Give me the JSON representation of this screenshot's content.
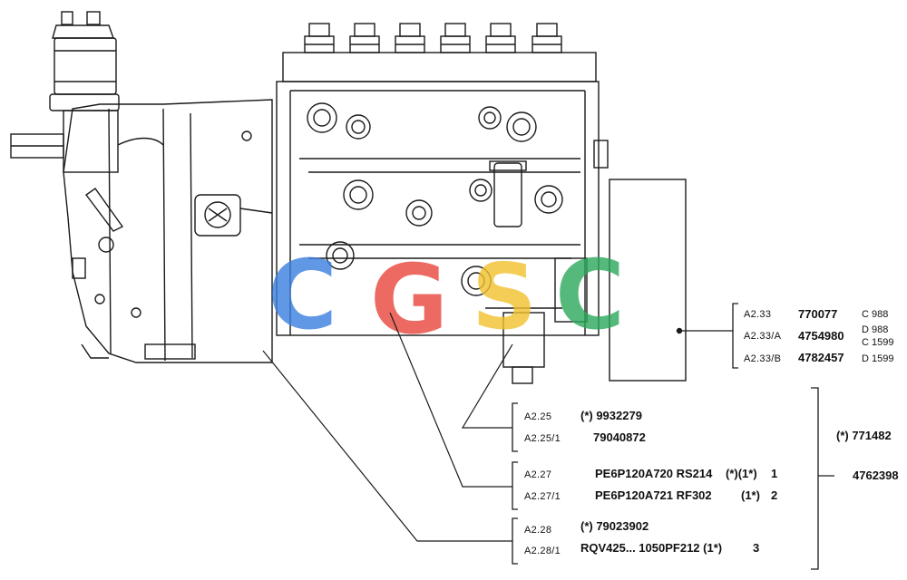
{
  "watermark": {
    "letters": [
      "C",
      "G",
      "S",
      "C"
    ],
    "colors": [
      "#3a7fe0",
      "#e8453c",
      "#f2c12e",
      "#2aa85a"
    ]
  },
  "callout_top": {
    "rows": [
      {
        "code": "A2.33",
        "part": "770077",
        "note": "C 988"
      },
      {
        "code": "A2.33/A",
        "part": "4754980",
        "note": "D 988"
      },
      {
        "code": "",
        "part": "",
        "note": "C 1599"
      },
      {
        "code": "A2.33/B",
        "part": "4782457",
        "note": "D 1599"
      }
    ]
  },
  "callout_main": {
    "g1": [
      {
        "code": "A2.25",
        "part": "(*) 9932279"
      },
      {
        "code": "A2.25/1",
        "part": "79040872"
      }
    ],
    "g2": [
      {
        "code": "A2.27",
        "part": "PE6P120A720 RS214",
        "flag": "(*)(1*)",
        "num": "1"
      },
      {
        "code": "A2.27/1",
        "part": "PE6P120A721 RF302",
        "flag": "(1*)",
        "num": "2"
      }
    ],
    "g3": [
      {
        "code": "A2.28",
        "part": "(*) 79023902"
      },
      {
        "code": "A2.28/1",
        "part": "RQV425... 1050PF212 (1*)",
        "num": "3"
      }
    ],
    "assembly_1": "(*) 771482",
    "assembly_2": "4762398"
  }
}
